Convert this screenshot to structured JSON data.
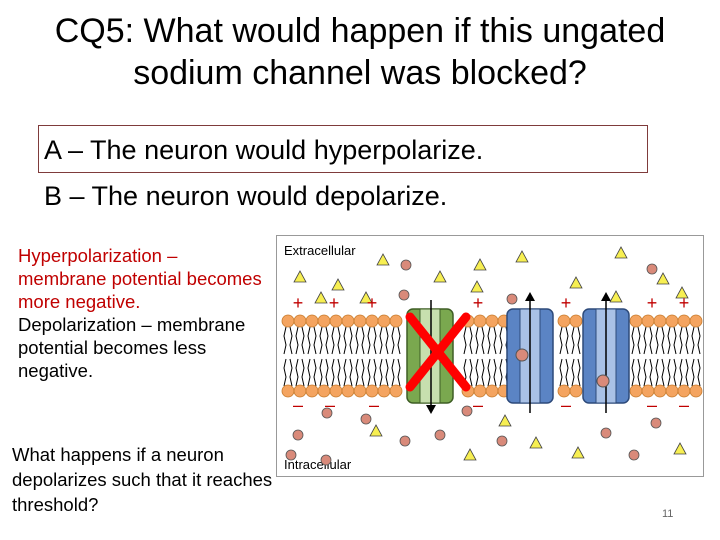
{
  "slide": {
    "title": "CQ5: What would happen if this ungated sodium channel was blocked?",
    "options": [
      "A – The neuron would hyperpolarize.",
      "B – The neuron would depolarize."
    ],
    "definitions": {
      "hyperpolarization": "Hyperpolarization – membrane potential becomes more negative.",
      "depolarization": "Depolarization – membrane potential becomes less negative."
    },
    "question": "What happens if a neuron depolarizes such that it reaches threshold?",
    "page_number": "11"
  },
  "diagram": {
    "extracellular_label": "Extracellular",
    "intracellular_label": "Intracellular",
    "plus_sign": "+",
    "minus_sign": "–",
    "colors": {
      "membrane_head": "#f4a460",
      "membrane_tail": "#000000",
      "sodium_triangle": "#f7ef52",
      "potassium_circle": "#d98a7a",
      "charge": "#c00000",
      "blocked_channel": "#7aa84f",
      "channel_blue": "#5b84c4",
      "block_mark": "#ff0000"
    }
  }
}
